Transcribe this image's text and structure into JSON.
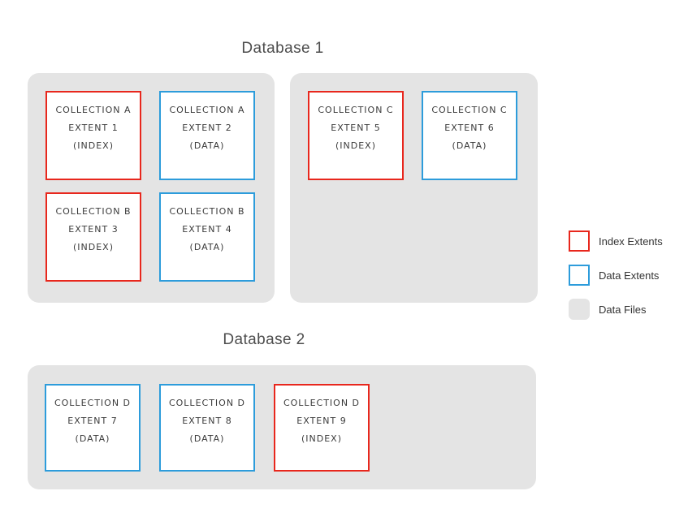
{
  "colors": {
    "index_extent": "#e8271d",
    "data_extent": "#2d9cdb",
    "data_file": "#e4e4e4"
  },
  "databases": [
    {
      "title": "Database 1",
      "files": [
        {
          "extents": [
            {
              "collection": "COLLECTION A",
              "extent": "EXTENT 1",
              "kind": "(INDEX)",
              "type": "index"
            },
            {
              "collection": "COLLECTION A",
              "extent": "EXTENT 2",
              "kind": "(DATA)",
              "type": "data"
            },
            {
              "collection": "COLLECTION B",
              "extent": "EXTENT 3",
              "kind": "(INDEX)",
              "type": "index"
            },
            {
              "collection": "COLLECTION B",
              "extent": "EXTENT 4",
              "kind": "(DATA)",
              "type": "data"
            }
          ]
        },
        {
          "extents": [
            {
              "collection": "COLLECTION C",
              "extent": "EXTENT 5",
              "kind": "(INDEX)",
              "type": "index"
            },
            {
              "collection": "COLLECTION C",
              "extent": "EXTENT 6",
              "kind": "(DATA)",
              "type": "data"
            }
          ]
        }
      ]
    },
    {
      "title": "Database 2",
      "files": [
        {
          "extents": [
            {
              "collection": "COLLECTION D",
              "extent": "EXTENT 7",
              "kind": "(DATA)",
              "type": "data"
            },
            {
              "collection": "COLLECTION D",
              "extent": "EXTENT 8",
              "kind": "(DATA)",
              "type": "data"
            },
            {
              "collection": "COLLECTION D",
              "extent": "EXTENT 9",
              "kind": "(INDEX)",
              "type": "index"
            }
          ]
        }
      ]
    }
  ],
  "legend": {
    "items": [
      {
        "label": "Index Extents",
        "swatch": "index-extent-swatch"
      },
      {
        "label": "Data Extents",
        "swatch": "data-extent-swatch"
      },
      {
        "label": "Data Files",
        "swatch": "data-file-swatch"
      }
    ]
  }
}
